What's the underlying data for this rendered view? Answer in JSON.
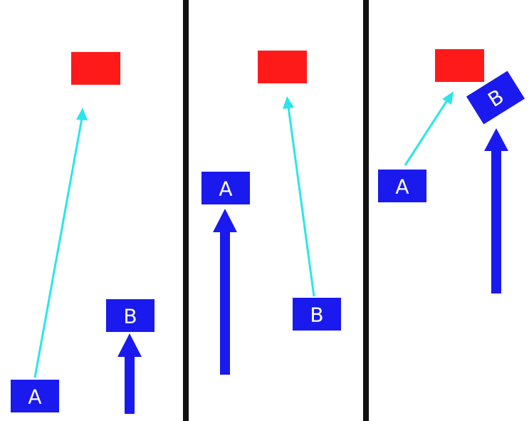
{
  "diagram": {
    "colors": {
      "background": "#ffffff",
      "divider": "#111111",
      "target": "#ff1a1a",
      "agent": "#1a1aee",
      "sight_line": "#2ae6ea",
      "motion_arrow": "#1a1aee"
    },
    "panels": [
      {
        "agents": [
          {
            "label": "A"
          },
          {
            "label": "B"
          }
        ]
      },
      {
        "agents": [
          {
            "label": "A"
          },
          {
            "label": "B"
          }
        ]
      },
      {
        "agents": [
          {
            "label": "A"
          },
          {
            "label": "B"
          }
        ]
      }
    ]
  }
}
